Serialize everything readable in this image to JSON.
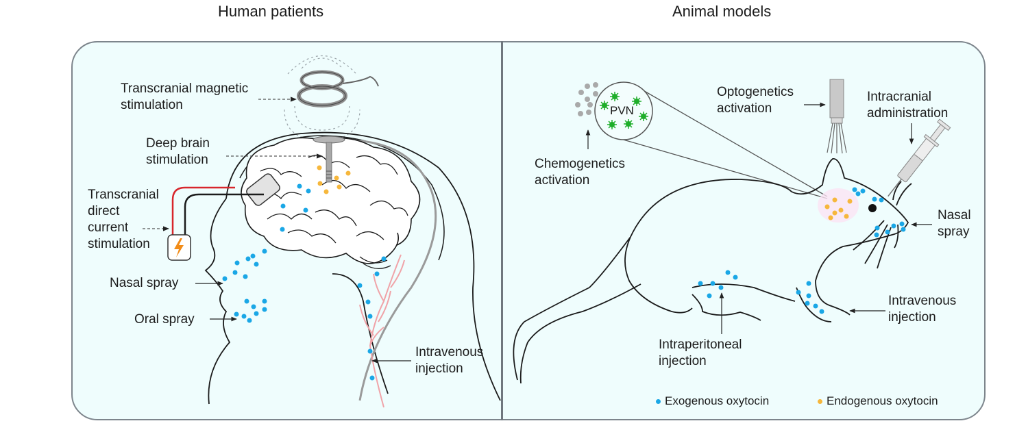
{
  "panels": {
    "human": {
      "title": "Human patients",
      "labels": {
        "tms": "Transcranial magnetic\nstimulation",
        "dbs": "Deep brain\nstimulation",
        "tdcs": "Transcranial\ndirect\ncurrent\nstimulation",
        "nasal": "Nasal spray",
        "oral": "Oral spray",
        "iv": "Intravenous\ninjection"
      }
    },
    "animal": {
      "title": "Animal models",
      "labels": {
        "pvn": "PVN",
        "chemo": "Chemogenetics\nactivation",
        "opto": "Optogenetics\nactivation",
        "intracranial": "Intracranial\nadministration",
        "nasal": "Nasal\nspray",
        "iv": "Intravenous\ninjection",
        "ip": "Intraperitoneal\ninjection"
      }
    }
  },
  "legend": [
    {
      "label": "Exogenous oxytocin",
      "color": "#1aa7e6"
    },
    {
      "label": "Endogenous oxytocin",
      "color": "#f6b73c"
    }
  ],
  "colors": {
    "exogenous": "#1aa7e6",
    "endogenous": "#f6b73c",
    "pvn_neuron": "#1fae2a",
    "tdcs_anode": "#d8262c",
    "battery_bolt": "#f28c18",
    "vessel": "#f0a3a8",
    "frame_bg": "#effdfd"
  }
}
